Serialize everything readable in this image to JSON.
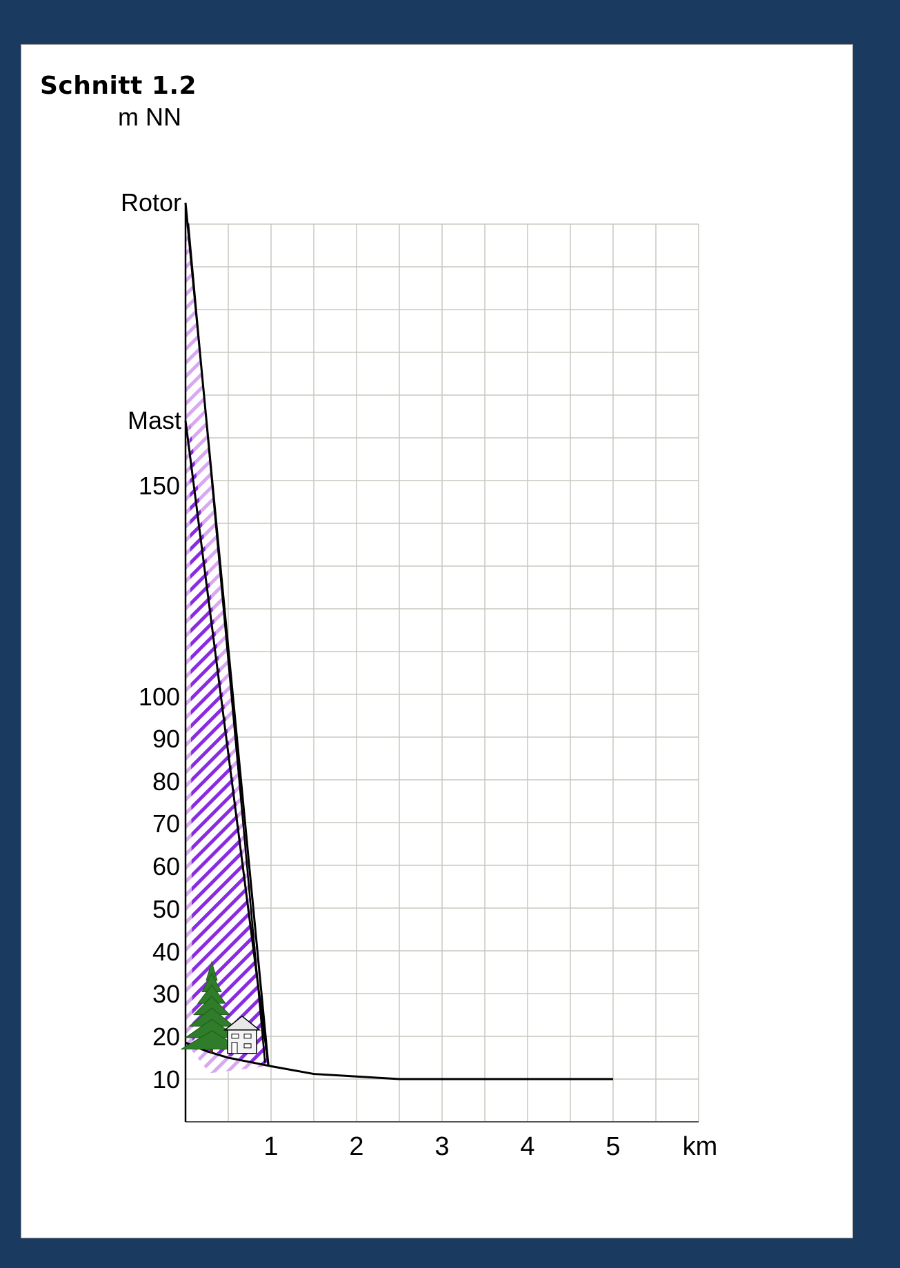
{
  "title": "Schnitt 1.2",
  "colors": {
    "frame": "#1b3a60",
    "grid": "#c8c8c0",
    "hatch": "#8a2be2",
    "hatch_light": "#d8a8f0",
    "tree": "#2f7d2a",
    "line": "#000000"
  },
  "chart_data": {
    "type": "diagram",
    "y_labels": [
      {
        "value": 10,
        "text": "10"
      },
      {
        "value": 20,
        "text": "20"
      },
      {
        "value": 30,
        "text": "30"
      },
      {
        "value": 40,
        "text": "40"
      },
      {
        "value": 50,
        "text": "50"
      },
      {
        "value": 60,
        "text": "60"
      },
      {
        "value": 70,
        "text": "70"
      },
      {
        "value": 80,
        "text": "80"
      },
      {
        "value": 90,
        "text": "90"
      },
      {
        "value": 100,
        "text": "100"
      },
      {
        "value": 150,
        "text": "150"
      }
    ],
    "y_markers": [
      {
        "name": "mast",
        "text": "Mast",
        "level": 16.4
      },
      {
        "name": "rotor",
        "text": "Rotor",
        "level": 21.5
      },
      {
        "name": "unit",
        "text": "m NN",
        "level": 23.5
      }
    ],
    "x_labels": [
      {
        "value": 1,
        "text": "1"
      },
      {
        "value": 2,
        "text": "2"
      },
      {
        "value": 3,
        "text": "3"
      },
      {
        "value": 4,
        "text": "4"
      },
      {
        "value": 5,
        "text": "5"
      }
    ],
    "x_unit": "km",
    "xlim": [
      0,
      6
    ],
    "terrain_km": [
      0,
      0.25,
      0.5,
      0.75,
      1.0,
      1.5,
      2.0,
      2.5,
      5.0
    ],
    "terrain_m": [
      18.5,
      16.5,
      15.0,
      14.0,
      13.0,
      11.2,
      10.6,
      10.0,
      10.0
    ],
    "shadow_rays": [
      {
        "from_level": 21.5,
        "to_km": 0.97
      },
      {
        "from_level": 16.4,
        "to_km": 0.97
      }
    ]
  }
}
